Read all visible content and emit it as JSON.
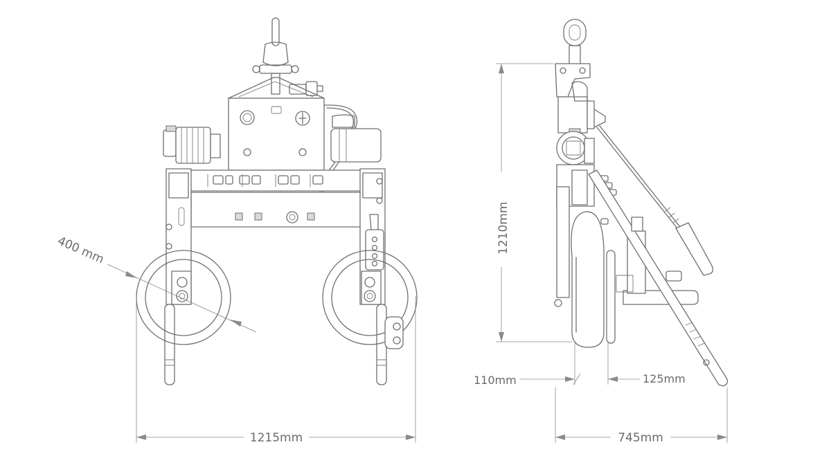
{
  "dimensions": {
    "front_width": "1215mm",
    "wheel_diameter": "400 mm",
    "height": "1210mm",
    "side_width": "745mm",
    "offset_left": "110mm",
    "offset_right": "125mm"
  },
  "colors": {
    "line": "#6e6e6e",
    "dimension": "#8a8a8a",
    "background": "#ffffff"
  }
}
